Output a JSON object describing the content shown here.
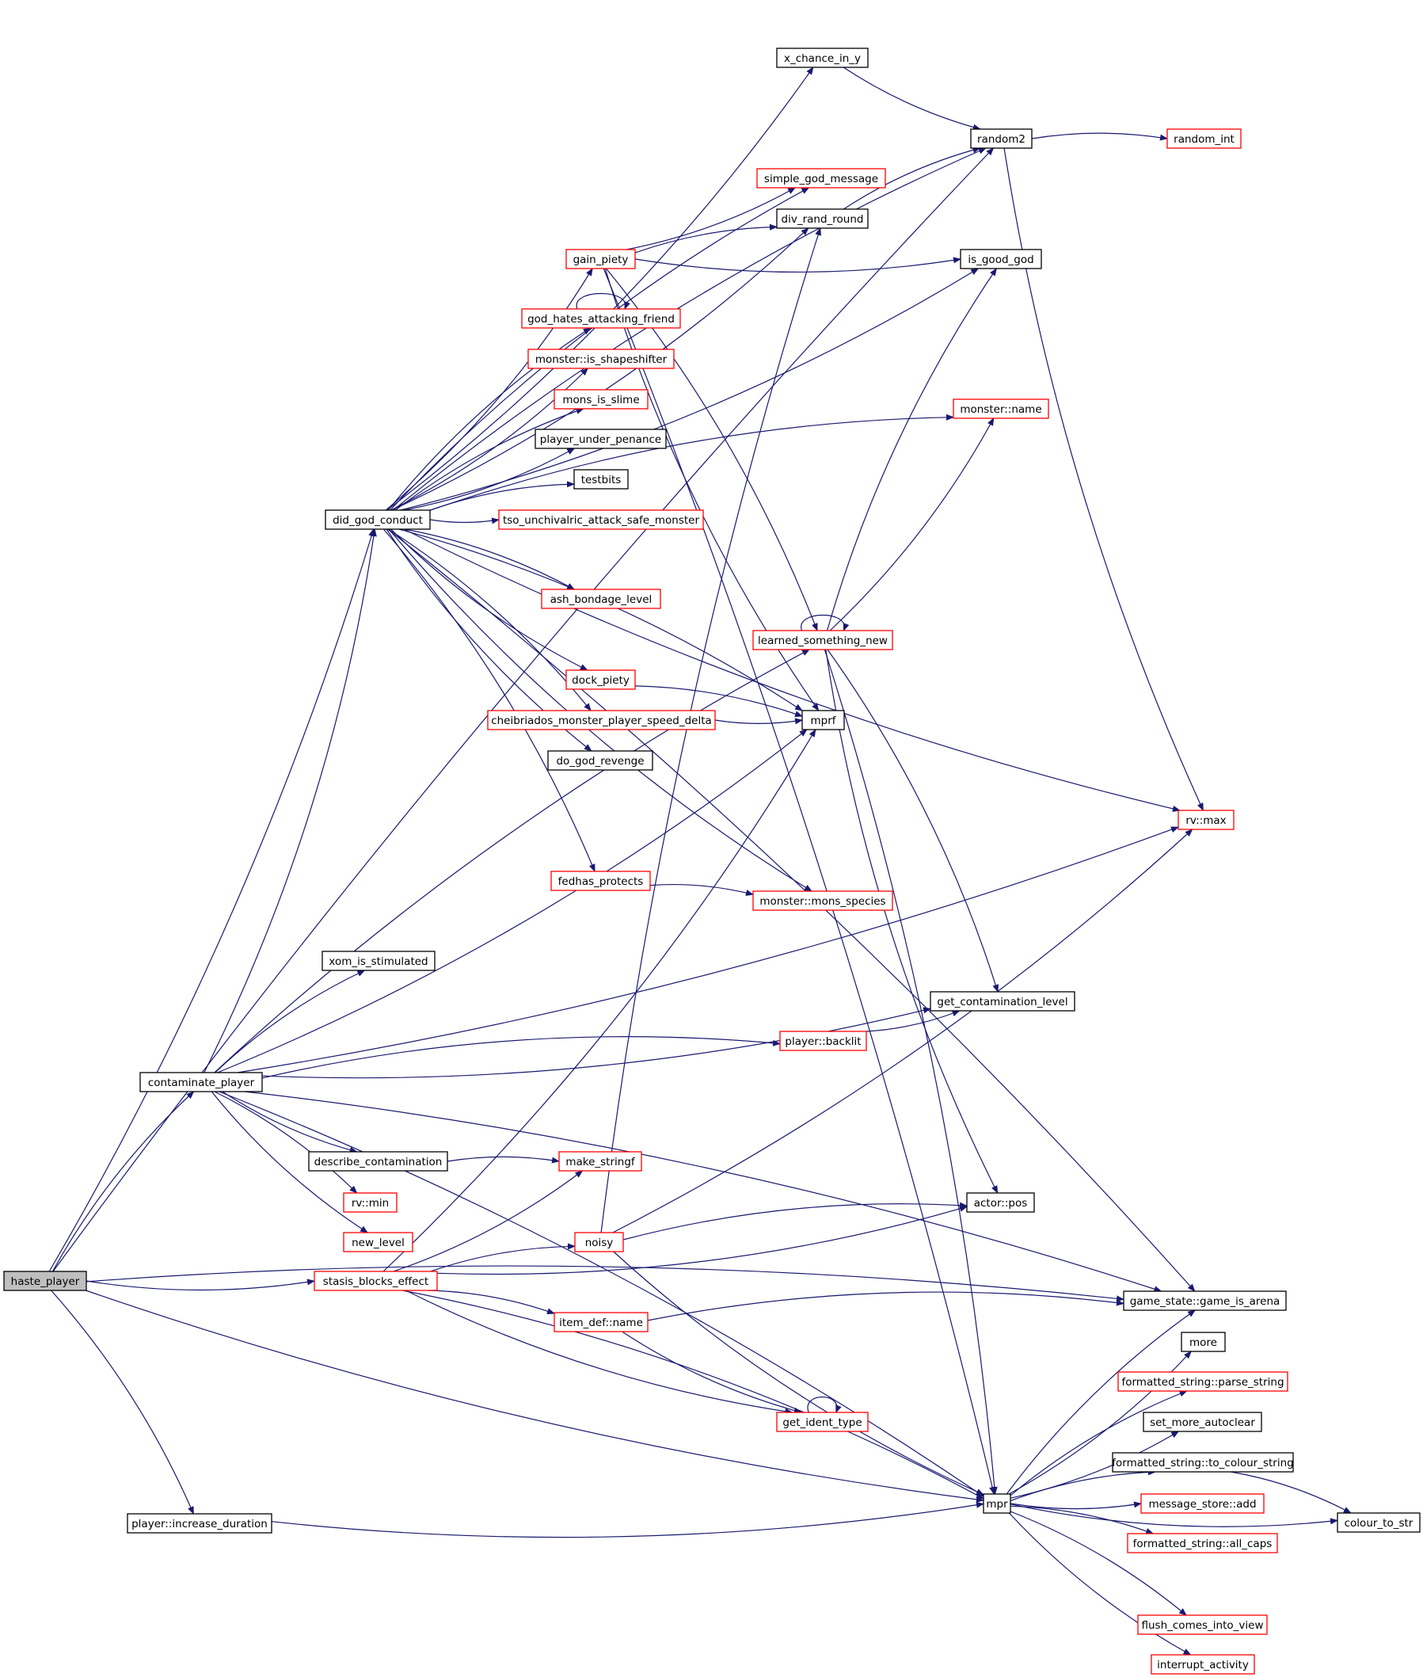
{
  "graph": {
    "title": "haste_player call graph",
    "colors": {
      "edge": "#191970",
      "arrow": "#191970",
      "root_fill": "#bfbfbf",
      "link_border": "#ff0000",
      "plain_border": "#000000",
      "background": "#ffffff"
    },
    "nodes": [
      {
        "id": "haste_player",
        "label": "haste_player",
        "style": "root"
      },
      {
        "id": "did_god_conduct",
        "label": "did_god_conduct",
        "style": "plain"
      },
      {
        "id": "contaminate_player",
        "label": "contaminate_player",
        "style": "plain"
      },
      {
        "id": "stasis_blocks_effect",
        "label": "stasis_blocks_effect",
        "style": "red"
      },
      {
        "id": "player_increase_duration",
        "label": "player::increase_duration",
        "style": "plain"
      },
      {
        "id": "mpr",
        "label": "mpr",
        "style": "plain"
      },
      {
        "id": "game_is_arena",
        "label": "game_state::game_is_arena",
        "style": "plain"
      },
      {
        "id": "random2",
        "label": "random2",
        "style": "plain"
      },
      {
        "id": "x_chance_in_y",
        "label": "x_chance_in_y",
        "style": "plain"
      },
      {
        "id": "random_int",
        "label": "random_int",
        "style": "red"
      },
      {
        "id": "simple_god_message",
        "label": "simple_god_message",
        "style": "red"
      },
      {
        "id": "div_rand_round",
        "label": "div_rand_round",
        "style": "plain"
      },
      {
        "id": "gain_piety",
        "label": "gain_piety",
        "style": "red"
      },
      {
        "id": "is_good_god",
        "label": "is_good_god",
        "style": "plain"
      },
      {
        "id": "god_hates_attacking_friend",
        "label": "god_hates_attacking_friend",
        "style": "red"
      },
      {
        "id": "monster_is_shapeshifter",
        "label": "monster::is_shapeshifter",
        "style": "red"
      },
      {
        "id": "mons_is_slime",
        "label": "mons_is_slime",
        "style": "red"
      },
      {
        "id": "monster_name",
        "label": "monster::name",
        "style": "red"
      },
      {
        "id": "player_under_penance",
        "label": "player_under_penance",
        "style": "plain"
      },
      {
        "id": "testbits",
        "label": "testbits",
        "style": "plain"
      },
      {
        "id": "tso_unchivalric",
        "label": "tso_unchivalric_attack_safe_monster",
        "style": "red"
      },
      {
        "id": "ash_bondage_level",
        "label": "ash_bondage_level",
        "style": "red"
      },
      {
        "id": "learned_something_new",
        "label": "learned_something_new",
        "style": "red"
      },
      {
        "id": "dock_piety",
        "label": "dock_piety",
        "style": "red"
      },
      {
        "id": "cheibriados",
        "label": "cheibriados_monster_player_speed_delta",
        "style": "red"
      },
      {
        "id": "mprf",
        "label": "mprf",
        "style": "plain"
      },
      {
        "id": "do_god_revenge",
        "label": "do_god_revenge",
        "style": "plain"
      },
      {
        "id": "rv_max",
        "label": "rv::max",
        "style": "red"
      },
      {
        "id": "fedhas_protects",
        "label": "fedhas_protects",
        "style": "red"
      },
      {
        "id": "mons_species",
        "label": "monster::mons_species",
        "style": "red"
      },
      {
        "id": "xom_is_stimulated",
        "label": "xom_is_stimulated",
        "style": "plain"
      },
      {
        "id": "get_contamination_level",
        "label": "get_contamination_level",
        "style": "plain"
      },
      {
        "id": "player_backlit",
        "label": "player::backlit",
        "style": "red"
      },
      {
        "id": "describe_contamination",
        "label": "describe_contamination",
        "style": "plain"
      },
      {
        "id": "make_stringf",
        "label": "make_stringf",
        "style": "red"
      },
      {
        "id": "rv_min",
        "label": "rv::min",
        "style": "red"
      },
      {
        "id": "actor_pos",
        "label": "actor::pos",
        "style": "plain"
      },
      {
        "id": "new_level",
        "label": "new_level",
        "style": "red"
      },
      {
        "id": "noisy",
        "label": "noisy",
        "style": "red"
      },
      {
        "id": "item_def_name",
        "label": "item_def::name",
        "style": "red"
      },
      {
        "id": "more",
        "label": "more",
        "style": "plain"
      },
      {
        "id": "parse_string",
        "label": "formatted_string::parse_string",
        "style": "red"
      },
      {
        "id": "set_more_autoclear",
        "label": "set_more_autoclear",
        "style": "plain"
      },
      {
        "id": "get_ident_type",
        "label": "get_ident_type",
        "style": "red"
      },
      {
        "id": "to_colour_string",
        "label": "formatted_string::to_colour_string",
        "style": "plain"
      },
      {
        "id": "message_store_add",
        "label": "message_store::add",
        "style": "red"
      },
      {
        "id": "colour_to_str",
        "label": "colour_to_str",
        "style": "plain"
      },
      {
        "id": "all_caps",
        "label": "formatted_string::all_caps",
        "style": "red"
      },
      {
        "id": "flush_comes_into_view",
        "label": "flush_comes_into_view",
        "style": "red"
      },
      {
        "id": "interrupt_activity",
        "label": "interrupt_activity",
        "style": "red"
      }
    ],
    "edges": [
      [
        "haste_player",
        "random2"
      ],
      [
        "haste_player",
        "did_god_conduct"
      ],
      [
        "haste_player",
        "contaminate_player"
      ],
      [
        "haste_player",
        "stasis_blocks_effect"
      ],
      [
        "haste_player",
        "player_increase_duration"
      ],
      [
        "haste_player",
        "mpr"
      ],
      [
        "haste_player",
        "game_is_arena"
      ],
      [
        "did_god_conduct",
        "x_chance_in_y"
      ],
      [
        "did_god_conduct",
        "random2"
      ],
      [
        "did_god_conduct",
        "is_good_god"
      ],
      [
        "did_god_conduct",
        "simple_god_message"
      ],
      [
        "did_god_conduct",
        "div_rand_round"
      ],
      [
        "did_god_conduct",
        "monster_name"
      ],
      [
        "did_god_conduct",
        "gain_piety"
      ],
      [
        "did_god_conduct",
        "god_hates_attacking_friend"
      ],
      [
        "did_god_conduct",
        "monster_is_shapeshifter"
      ],
      [
        "did_god_conduct",
        "mons_is_slime"
      ],
      [
        "did_god_conduct",
        "player_under_penance"
      ],
      [
        "did_god_conduct",
        "testbits"
      ],
      [
        "did_god_conduct",
        "tso_unchivalric"
      ],
      [
        "did_god_conduct",
        "ash_bondage_level"
      ],
      [
        "did_god_conduct",
        "dock_piety"
      ],
      [
        "did_god_conduct",
        "cheibriados"
      ],
      [
        "did_god_conduct",
        "do_god_revenge"
      ],
      [
        "did_god_conduct",
        "fedhas_protects"
      ],
      [
        "did_god_conduct",
        "mons_species"
      ],
      [
        "did_god_conduct",
        "mprf"
      ],
      [
        "did_god_conduct",
        "rv_max"
      ],
      [
        "did_god_conduct",
        "game_is_arena"
      ],
      [
        "x_chance_in_y",
        "random2"
      ],
      [
        "random2",
        "random_int"
      ],
      [
        "random2",
        "rv_max"
      ],
      [
        "div_rand_round",
        "random2"
      ],
      [
        "gain_piety",
        "simple_god_message"
      ],
      [
        "gain_piety",
        "div_rand_round"
      ],
      [
        "gain_piety",
        "is_good_god"
      ],
      [
        "gain_piety",
        "learned_something_new"
      ],
      [
        "gain_piety",
        "mprf"
      ],
      [
        "gain_piety",
        "mpr"
      ],
      [
        "god_hates_attacking_friend",
        "god_hates_attacking_friend"
      ],
      [
        "dock_piety",
        "mprf"
      ],
      [
        "cheibriados",
        "mprf"
      ],
      [
        "fedhas_protects",
        "mons_species"
      ],
      [
        "learned_something_new",
        "learned_something_new"
      ],
      [
        "learned_something_new",
        "is_good_god"
      ],
      [
        "learned_something_new",
        "monster_name"
      ],
      [
        "learned_something_new",
        "get_contamination_level"
      ],
      [
        "learned_something_new",
        "actor_pos"
      ],
      [
        "learned_something_new",
        "mpr"
      ],
      [
        "contaminate_player",
        "did_god_conduct"
      ],
      [
        "contaminate_player",
        "learned_something_new"
      ],
      [
        "contaminate_player",
        "mprf"
      ],
      [
        "contaminate_player",
        "xom_is_stimulated"
      ],
      [
        "contaminate_player",
        "get_contamination_level"
      ],
      [
        "contaminate_player",
        "player_backlit"
      ],
      [
        "contaminate_player",
        "rv_max"
      ],
      [
        "contaminate_player",
        "game_is_arena"
      ],
      [
        "contaminate_player",
        "describe_contamination"
      ],
      [
        "contaminate_player",
        "rv_min"
      ],
      [
        "contaminate_player",
        "new_level"
      ],
      [
        "contaminate_player",
        "mpr"
      ],
      [
        "player_backlit",
        "get_contamination_level"
      ],
      [
        "describe_contamination",
        "make_stringf"
      ],
      [
        "stasis_blocks_effect",
        "make_stringf"
      ],
      [
        "stasis_blocks_effect",
        "noisy"
      ],
      [
        "stasis_blocks_effect",
        "actor_pos"
      ],
      [
        "stasis_blocks_effect",
        "item_def_name"
      ],
      [
        "stasis_blocks_effect",
        "get_ident_type"
      ],
      [
        "stasis_blocks_effect",
        "mpr"
      ],
      [
        "stasis_blocks_effect",
        "mprf"
      ],
      [
        "noisy",
        "actor_pos"
      ],
      [
        "noisy",
        "rv_max"
      ],
      [
        "noisy",
        "div_rand_round"
      ],
      [
        "noisy",
        "mpr"
      ],
      [
        "item_def_name",
        "game_is_arena"
      ],
      [
        "item_def_name",
        "get_ident_type"
      ],
      [
        "get_ident_type",
        "get_ident_type"
      ],
      [
        "player_increase_duration",
        "mpr"
      ],
      [
        "mpr",
        "game_is_arena"
      ],
      [
        "mpr",
        "more"
      ],
      [
        "mpr",
        "parse_string"
      ],
      [
        "mpr",
        "set_more_autoclear"
      ],
      [
        "mpr",
        "to_colour_string"
      ],
      [
        "mpr",
        "message_store_add"
      ],
      [
        "mpr",
        "all_caps"
      ],
      [
        "mpr",
        "colour_to_str"
      ],
      [
        "mpr",
        "flush_comes_into_view"
      ],
      [
        "mpr",
        "interrupt_activity"
      ],
      [
        "to_colour_string",
        "colour_to_str"
      ]
    ]
  }
}
